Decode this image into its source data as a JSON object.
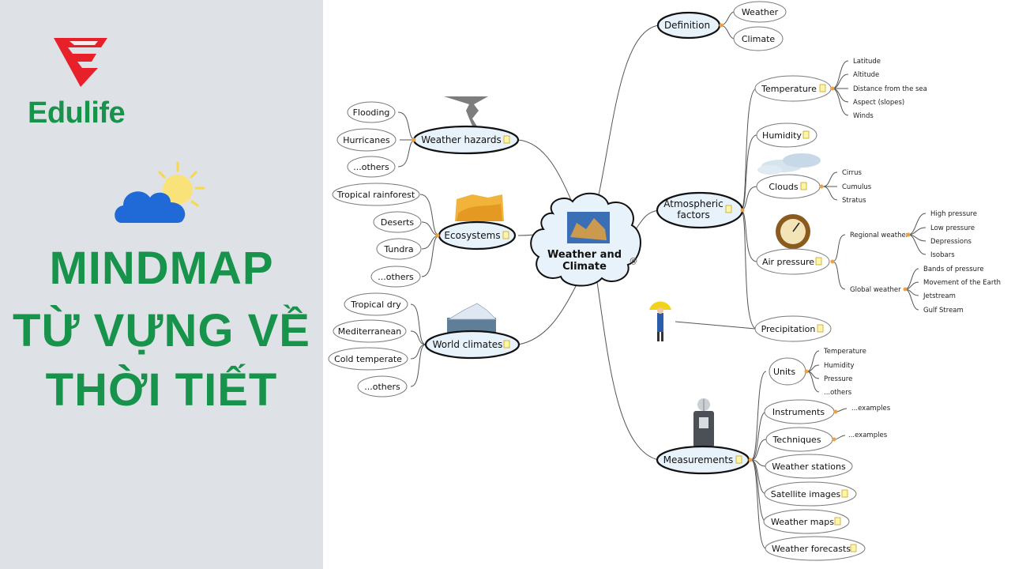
{
  "brand": {
    "name": "Edulife",
    "accent": "#17934b",
    "logo_color": "#e8202a"
  },
  "title": [
    "MINDMAP",
    "TỪ VỰNG VỀ",
    "THỜI TIẾT"
  ],
  "center": [
    "Weather and",
    "Climate"
  ],
  "branches": {
    "definition": "Definition",
    "definition_children": [
      "Weather",
      "Climate"
    ],
    "atmospheric": [
      "Atmospheric",
      "factors"
    ],
    "temperature": "Temperature",
    "temperature_children": [
      "Latitude",
      "Altitude",
      "Distance from the sea",
      "Aspect (slopes)",
      "Winds"
    ],
    "humidity": "Humidity",
    "clouds": "Clouds",
    "clouds_children": [
      "Cirrus",
      "Cumulus",
      "Stratus"
    ],
    "air_pressure": "Air pressure",
    "regional_weather": "Regional weather",
    "regional_children": [
      "High pressure",
      "Low pressure",
      "Depressions",
      "Isobars"
    ],
    "global_weather": "Global weather",
    "global_children": [
      "Bands of pressure",
      "Movement of the Earth",
      "Jetstream",
      "Gulf Stream"
    ],
    "precipitation": "Precipitation",
    "measurements": "Measurements",
    "units": "Units",
    "units_children": [
      "Temperature",
      "Humidity",
      "Pressure",
      "...others"
    ],
    "instruments": "Instruments",
    "instruments_child": "...examples",
    "techniques": "Techniques",
    "techniques_child": "...examples",
    "weather_stations": "Weather stations",
    "satellite_images": "Satellite images",
    "weather_maps": "Weather maps",
    "weather_forecasts": "Weather forecasts",
    "weather_hazards": "Weather hazards",
    "hazards_children": [
      "Flooding",
      "Hurricanes",
      "...others"
    ],
    "ecosystems": "Ecosystems",
    "ecosystems_children": [
      "Tropical rainforest",
      "Deserts",
      "Tundra",
      "...others"
    ],
    "world_climates": "World climates",
    "climates_children": [
      "Tropical dry",
      "Mediterranean",
      "Cold temperate",
      "...others"
    ]
  }
}
